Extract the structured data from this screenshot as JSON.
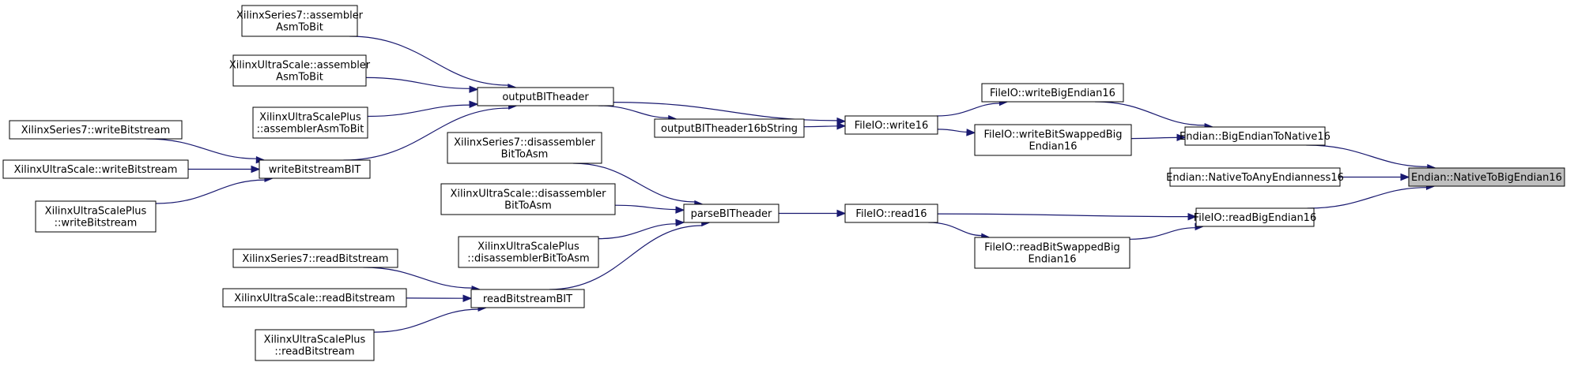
{
  "graph": {
    "type": "call-graph",
    "colors": {
      "edge": "#191970",
      "node_border": "#000000",
      "node_fill": "#ffffff",
      "root_fill": "#bfbfbf"
    },
    "nodes": [
      {
        "id": "n_root",
        "lines": [
          "Endian::NativeToBigEndian16"
        ],
        "root": true
      },
      {
        "id": "n_bigendiantonative16",
        "lines": [
          "Endian::BigEndianToNative16"
        ]
      },
      {
        "id": "n_nativetoany16",
        "lines": [
          "Endian::NativeToAnyEndianness16"
        ]
      },
      {
        "id": "n_readbigendian16",
        "lines": [
          "FileIO::readBigEndian16"
        ]
      },
      {
        "id": "n_writebigendian16",
        "lines": [
          "FileIO::writeBigEndian16"
        ]
      },
      {
        "id": "n_writebitswappedbig",
        "lines": [
          "FileIO::writeBitSwappedBig",
          "Endian16"
        ]
      },
      {
        "id": "n_write16",
        "lines": [
          "FileIO::write16"
        ]
      },
      {
        "id": "n_outputbitheader",
        "lines": [
          "outputBITheader"
        ]
      },
      {
        "id": "n_outputbitheader16b",
        "lines": [
          "outputBITheader16bString"
        ]
      },
      {
        "id": "n_s7_assembler",
        "lines": [
          "XilinxSeries7::assembler",
          "AsmToBit"
        ]
      },
      {
        "id": "n_us_assembler",
        "lines": [
          "XilinxUltraScale::assembler",
          "AsmToBit"
        ]
      },
      {
        "id": "n_usp_assembler",
        "lines": [
          "XilinxUltraScalePlus",
          "::assemblerAsmToBit"
        ]
      },
      {
        "id": "n_writebitstreambit",
        "lines": [
          "writeBitstreamBIT"
        ]
      },
      {
        "id": "n_s7_writebitstream",
        "lines": [
          "XilinxSeries7::writeBitstream"
        ]
      },
      {
        "id": "n_us_writebitstream",
        "lines": [
          "XilinxUltraScale::writeBitstream"
        ]
      },
      {
        "id": "n_usp_writebitstream",
        "lines": [
          "XilinxUltraScalePlus",
          "::writeBitstream"
        ]
      },
      {
        "id": "n_read16",
        "lines": [
          "FileIO::read16"
        ]
      },
      {
        "id": "n_readbitswappedbig",
        "lines": [
          "FileIO::readBitSwappedBig",
          "Endian16"
        ]
      },
      {
        "id": "n_parsebitheader",
        "lines": [
          "parseBITheader"
        ]
      },
      {
        "id": "n_s7_disassembler",
        "lines": [
          "XilinxSeries7::disassembler",
          "BitToAsm"
        ]
      },
      {
        "id": "n_us_disassembler",
        "lines": [
          "XilinxUltraScale::disassembler",
          "BitToAsm"
        ]
      },
      {
        "id": "n_usp_disassembler",
        "lines": [
          "XilinxUltraScalePlus",
          "::disassemblerBitToAsm"
        ]
      },
      {
        "id": "n_readbitstreambit",
        "lines": [
          "readBitstreamBIT"
        ]
      },
      {
        "id": "n_s7_readbitstream",
        "lines": [
          "XilinxSeries7::readBitstream"
        ]
      },
      {
        "id": "n_us_readbitstream",
        "lines": [
          "XilinxUltraScale::readBitstream"
        ]
      },
      {
        "id": "n_usp_readbitstream",
        "lines": [
          "XilinxUltraScalePlus",
          "::readBitstream"
        ]
      }
    ],
    "edges": [
      {
        "from": "n_bigendiantonative16",
        "to": "n_root"
      },
      {
        "from": "n_nativetoany16",
        "to": "n_root"
      },
      {
        "from": "n_readbigendian16",
        "to": "n_root"
      },
      {
        "from": "n_writebigendian16",
        "to": "n_bigendiantonative16"
      },
      {
        "from": "n_writebitswappedbig",
        "to": "n_bigendiantonative16"
      },
      {
        "from": "n_write16",
        "to": "n_writebigendian16"
      },
      {
        "from": "n_write16",
        "to": "n_writebitswappedbig"
      },
      {
        "from": "n_outputbitheader",
        "to": "n_write16"
      },
      {
        "from": "n_outputbitheader16b",
        "to": "n_write16"
      },
      {
        "from": "n_outputbitheader",
        "to": "n_outputbitheader16b"
      },
      {
        "from": "n_s7_assembler",
        "to": "n_outputbitheader"
      },
      {
        "from": "n_us_assembler",
        "to": "n_outputbitheader"
      },
      {
        "from": "n_usp_assembler",
        "to": "n_outputbitheader"
      },
      {
        "from": "n_writebitstreambit",
        "to": "n_outputbitheader"
      },
      {
        "from": "n_s7_writebitstream",
        "to": "n_writebitstreambit"
      },
      {
        "from": "n_us_writebitstream",
        "to": "n_writebitstreambit"
      },
      {
        "from": "n_usp_writebitstream",
        "to": "n_writebitstreambit"
      },
      {
        "from": "n_read16",
        "to": "n_readbigendian16"
      },
      {
        "from": "n_read16",
        "to": "n_readbitswappedbig"
      },
      {
        "from": "n_readbitswappedbig",
        "to": "n_readbigendian16"
      },
      {
        "from": "n_parsebitheader",
        "to": "n_read16"
      },
      {
        "from": "n_s7_disassembler",
        "to": "n_parsebitheader"
      },
      {
        "from": "n_us_disassembler",
        "to": "n_parsebitheader"
      },
      {
        "from": "n_usp_disassembler",
        "to": "n_parsebitheader"
      },
      {
        "from": "n_readbitstreambit",
        "to": "n_parsebitheader"
      },
      {
        "from": "n_s7_readbitstream",
        "to": "n_readbitstreambit"
      },
      {
        "from": "n_us_readbitstream",
        "to": "n_readbitstreambit"
      },
      {
        "from": "n_usp_readbitstream",
        "to": "n_readbitstreambit"
      }
    ]
  }
}
